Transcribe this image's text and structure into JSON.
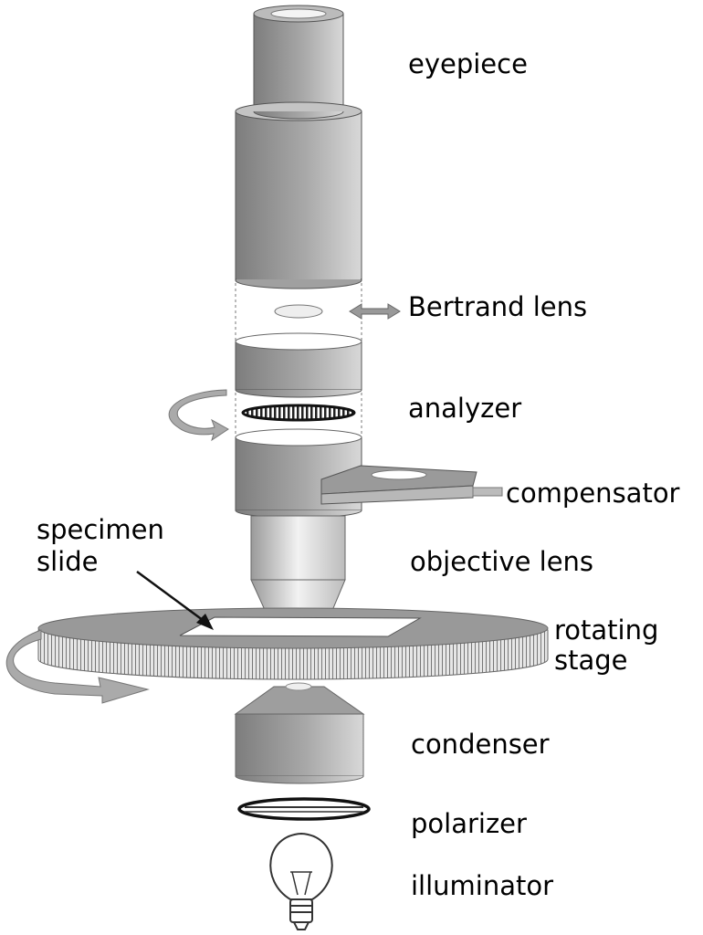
{
  "title": "Polarizing microscope components",
  "labels": {
    "eyepiece": "eyepiece",
    "bertrand_lens": "Bertrand lens",
    "analyzer": "analyzer",
    "compensator": "compensator",
    "specimen_slide_line1": "specimen",
    "specimen_slide_line2": "slide",
    "objective_lens": "objective lens",
    "rotating_stage_line1": "rotating",
    "rotating_stage_line2": "stage",
    "condenser": "condenser",
    "polarizer": "polarizer",
    "illuminator": "illuminator"
  },
  "colors": {
    "body_dark": "#8a8a8a",
    "body_light": "#d4d4d4",
    "outline": "#555555"
  }
}
